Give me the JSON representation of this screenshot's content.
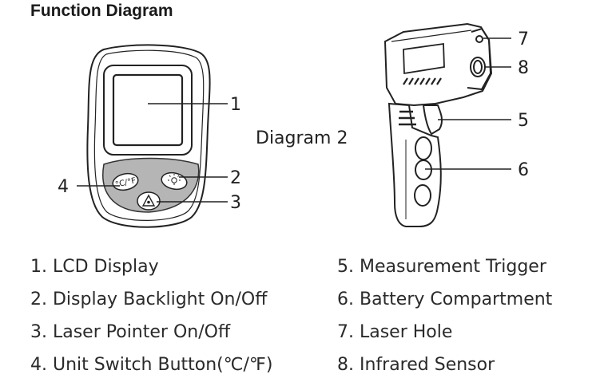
{
  "title": "Function Diagram",
  "diagram2_label": "Diagram 2",
  "callouts": [
    "1",
    "2",
    "3",
    "4",
    "5",
    "6",
    "7",
    "8"
  ],
  "button_labels": {
    "unit": "°C/°F"
  },
  "legend_left": [
    "1. LCD Display",
    "2. Display Backlight On/Off",
    "3. Laser Pointer On/Off",
    "4. Unit Switch Button(℃/℉)"
  ],
  "legend_right": [
    "5. Measurement Trigger",
    "6. Battery Compartment",
    "7. Laser Hole",
    "8. Infrared Sensor"
  ],
  "icons": [
    "bulb-icon",
    "laser-warning-icon"
  ]
}
